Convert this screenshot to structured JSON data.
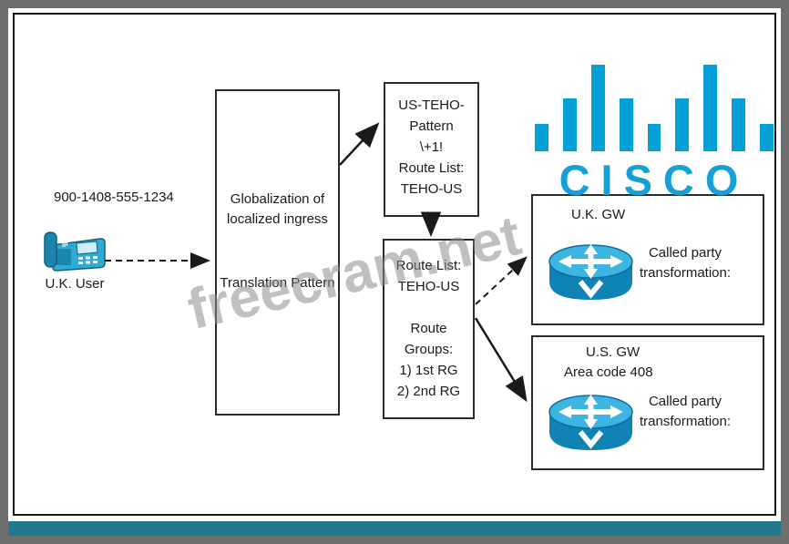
{
  "caller": {
    "number": "900-1408-555-1234",
    "label": "U.K. User"
  },
  "translation_box": {
    "text_top": "Globalization of localized ingress",
    "text_bottom": "Translation Pattern"
  },
  "pattern_box": {
    "line1": "US-TEHO-",
    "line2": "Pattern",
    "line3": "\\+1!",
    "line4": "Route List:",
    "line5": "TEHO-US"
  },
  "route_list_box": {
    "line1": "Route List:",
    "line2": "TEHO-US",
    "line3": "Route",
    "line4": "Groups:",
    "line5": "1) 1st RG",
    "line6": "2) 2nd RG"
  },
  "uk_gateway": {
    "title": "U.K. GW",
    "note": "Called party transformation:"
  },
  "us_gateway": {
    "title": "U.S. GW",
    "subtitle": "Area code 408",
    "note": "Called party transformation:"
  },
  "branding": {
    "logo_text": "CISCO"
  },
  "watermark": "freecram.net",
  "colors": {
    "logo_blue": "#049fd9",
    "router_teal": "#128dc0",
    "footer_teal": "#23798c",
    "frame_gray": "#6f6f6f"
  }
}
